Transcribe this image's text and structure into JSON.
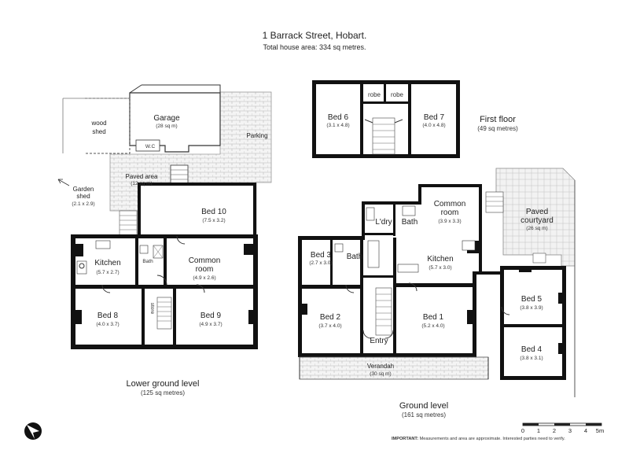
{
  "title": "1 Barrack Street, Hobart.",
  "subtitle": "Total house area: 334 sq metres.",
  "levels": {
    "lower": {
      "name": "Lower ground level",
      "area": "(125 sq metres)"
    },
    "ground": {
      "name": "Ground level",
      "area": "(161 sq metres)"
    },
    "first": {
      "name": "First floor",
      "area": "(49 sq metres)"
    }
  },
  "rooms": {
    "garage": {
      "name": "Garage",
      "dim": "(28 sq m)"
    },
    "wood_shed_1": "wood",
    "wood_shed_2": "shed",
    "wc": "W.C",
    "parking": "Parking",
    "paved_area": {
      "name": "Paved area",
      "dim": "(12 sq m)"
    },
    "garden_shed": {
      "name": "Garden",
      "name2": "shed",
      "dim": "(2.1 x 2.9)"
    },
    "bed10": {
      "name": "Bed 10",
      "dim": "(7.5 x 3.2)"
    },
    "kitchen_lower": {
      "name": "Kitchen",
      "dim": "(5.7 x 2.7)"
    },
    "bath_lower": "Bath",
    "common_lower": {
      "name": "Common",
      "name2": "room",
      "dim": "(4.9 x 2.6)"
    },
    "bed8": {
      "name": "Bed 8",
      "dim": "(4.0 x 3.7)"
    },
    "store": "store",
    "bed9": {
      "name": "Bed 9",
      "dim": "(4.9 x 3.7)"
    },
    "bed6": {
      "name": "Bed 6",
      "dim": "(3.1 x 4.8)"
    },
    "robe1": "robe",
    "robe2": "robe",
    "bed7": {
      "name": "Bed 7",
      "dim": "(4.0 x 4.8)"
    },
    "ldry": "L'dry",
    "bath_g1": "Bath",
    "common_ground": {
      "name": "Common",
      "name2": "room",
      "dim": "(3.9 x 3.3)"
    },
    "paved_courtyard": {
      "name": "Paved",
      "name2": "courtyard",
      "dim": "(26 sq m)"
    },
    "bed3": {
      "name": "Bed 3",
      "dim": "(2.7 x 3.0)"
    },
    "bath_g2": "Bath",
    "kitchen_ground": {
      "name": "Kitchen",
      "dim": "(5.7 x 3.0)"
    },
    "bed5": {
      "name": "Bed 5",
      "dim": "(3.8 x 3.9)"
    },
    "bed2": {
      "name": "Bed 2",
      "dim": "(3.7 x 4.0)"
    },
    "entry": "Entry",
    "bed1": {
      "name": "Bed 1",
      "dim": "(5.2 x 4.0)"
    },
    "bed4": {
      "name": "Bed 4",
      "dim": "(3.8 x 3.1)"
    },
    "verandah": {
      "name": "Verandah",
      "dim": "(30 sq m)"
    }
  },
  "scale": {
    "ticks": [
      "0",
      "1",
      "2",
      "3",
      "4",
      "5m"
    ]
  },
  "note": {
    "bold": "IMPORTANT:",
    "text": " Measurements and area are approximate. Interested parties need to verify."
  }
}
